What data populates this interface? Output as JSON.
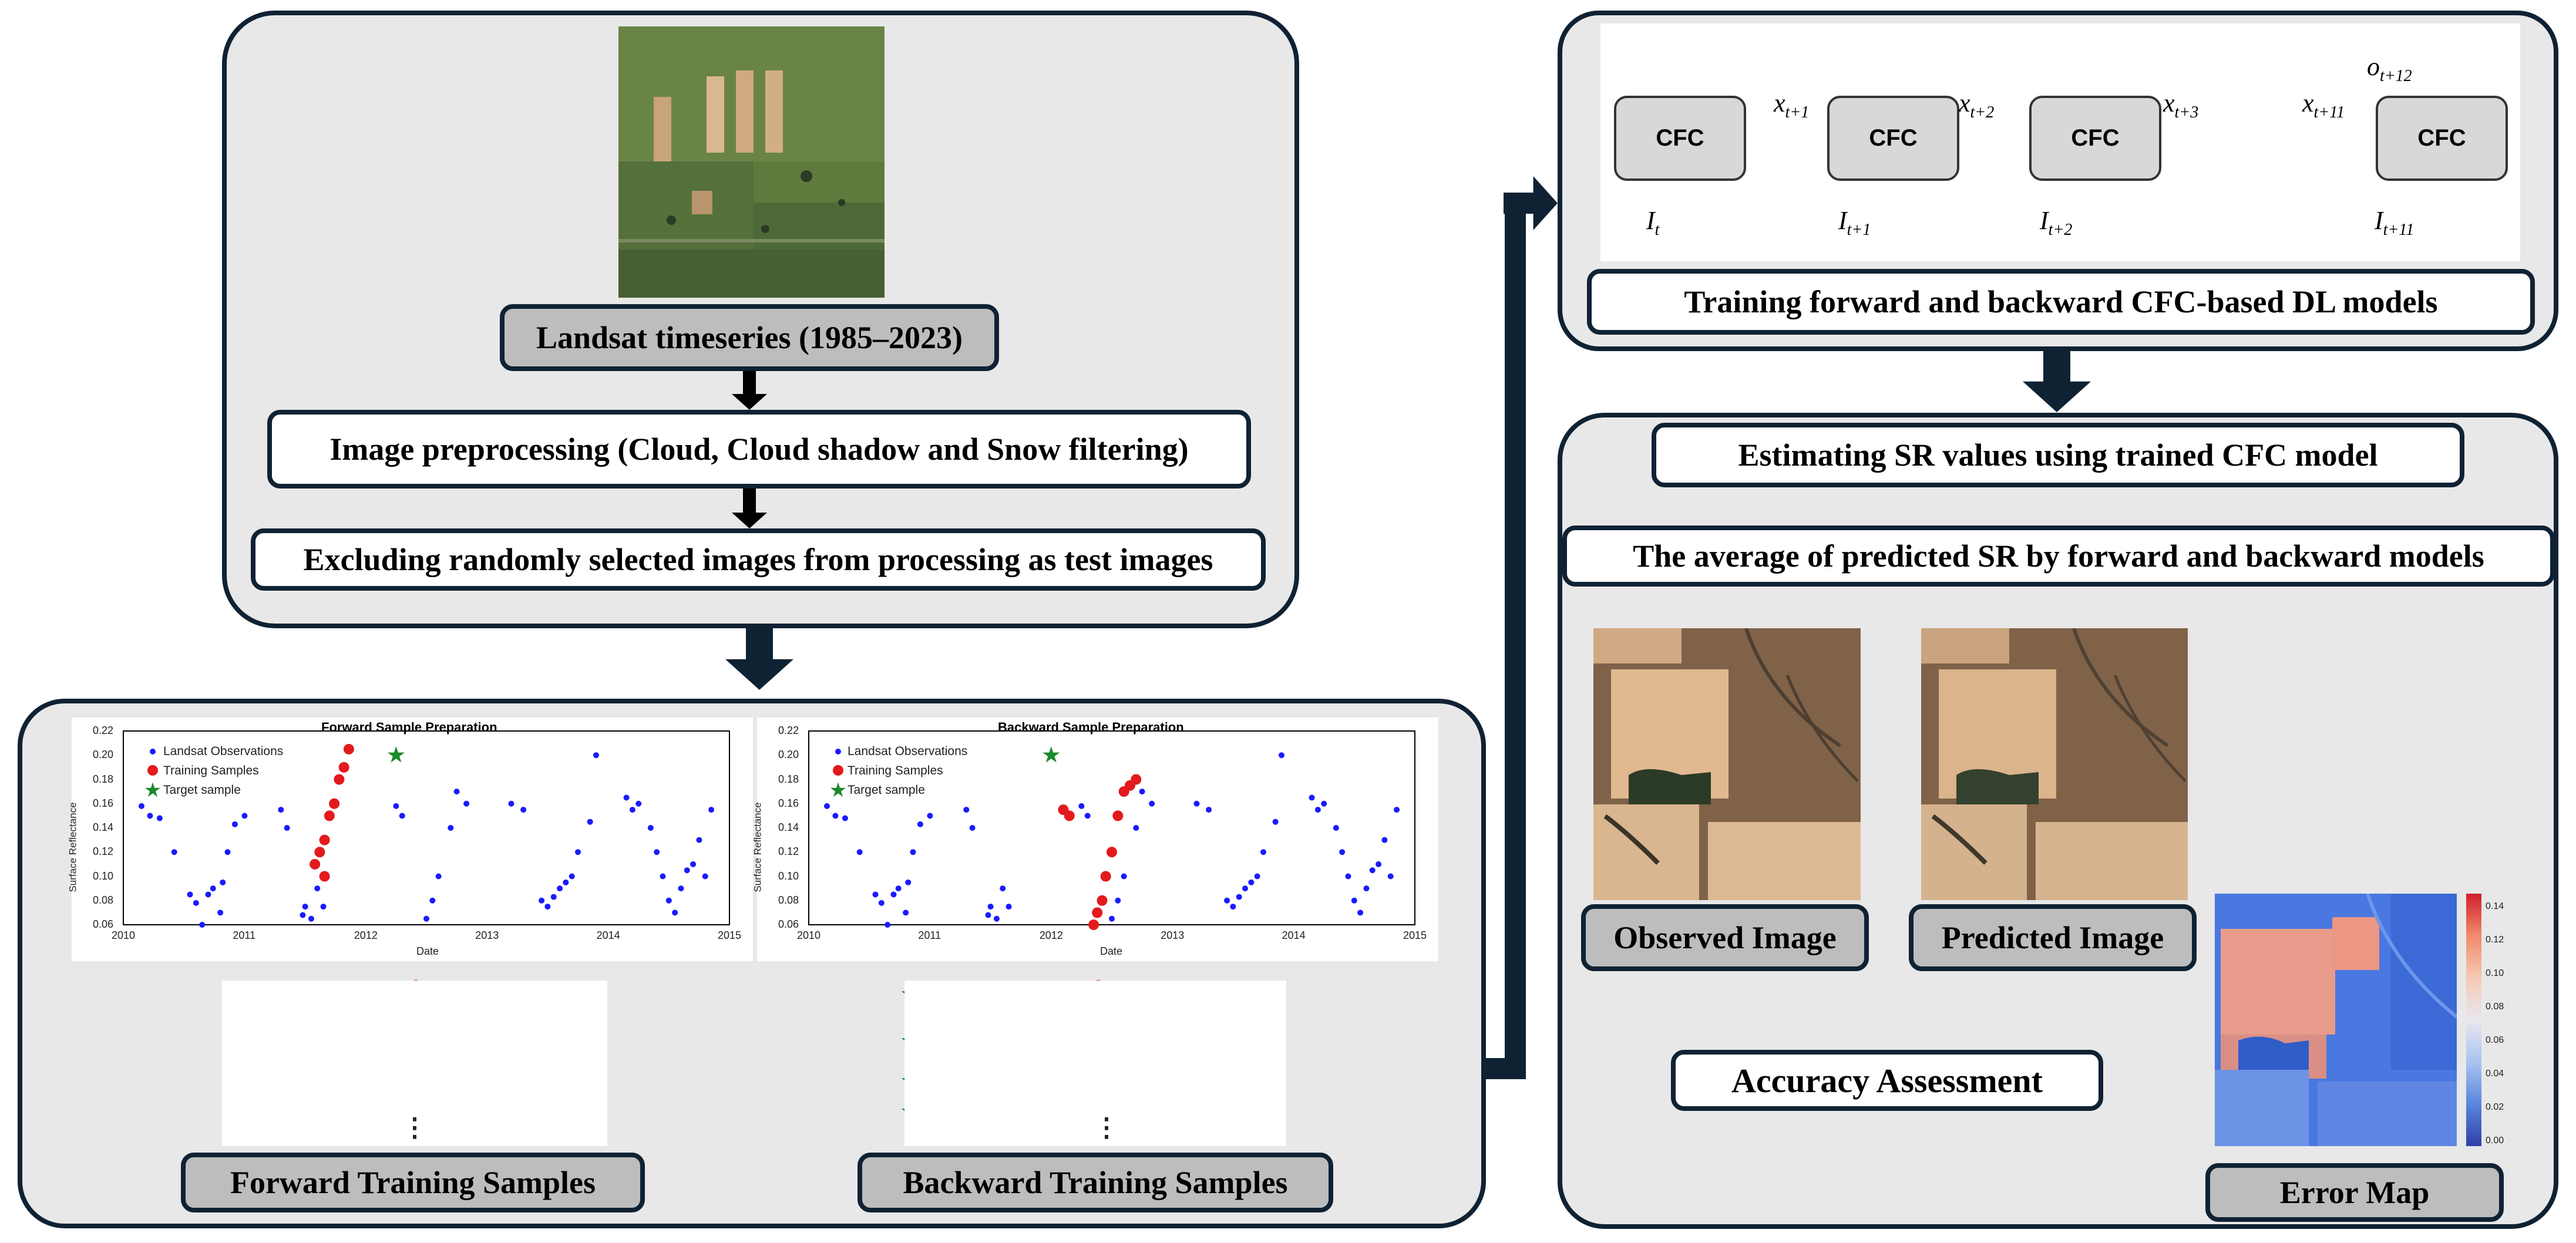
{
  "top_panel": {
    "landsat_label": "Landsat timeseries (1985–2023)",
    "preprocessing_label": "Image preprocessing (Cloud, Cloud shadow and Snow filtering)",
    "excluding_label": "Excluding randomly selected images from processing as test images"
  },
  "sample_panel": {
    "forward_title": "Forward Sample Preparation",
    "backward_title": "Backward Sample Preparation",
    "legend": [
      "Landsat Observations",
      "Training Samples",
      "Target sample"
    ],
    "ylabel": "Surface Reflectance",
    "xlabel": "Date",
    "y_ticks": [
      "0.22",
      "0.20",
      "0.18",
      "0.16",
      "0.14",
      "0.12",
      "0.10",
      "0.08",
      "0.06"
    ],
    "x_ticks": [
      "2010",
      "2011",
      "2012",
      "2013",
      "2014",
      "2015"
    ],
    "forward_samples_label": "Forward Training Samples",
    "backward_samples_label": "Backward Training Samples",
    "ellipsis": "⋮"
  },
  "cfc_panel": {
    "cell_label": "CFC",
    "output_x1": "x",
    "output_x1_sub": "t+1",
    "output_x2": "x",
    "output_x2_sub": "t+2",
    "output_x3": "x",
    "output_x3_sub": "t+3",
    "output_x11": "x",
    "output_x11_sub": "t+11",
    "output_o12": "o",
    "output_o12_sub": "t+12",
    "input_i": "I",
    "input_i_sub": "t",
    "input_i1": "I",
    "input_i1_sub": "t+1",
    "input_i2": "I",
    "input_i2_sub": "t+2",
    "input_i11": "I",
    "input_i11_sub": "t+11",
    "training_label": "Training forward and backward CFC-based DL models"
  },
  "eval_panel": {
    "estimating_label": "Estimating SR values using trained CFC model",
    "average_label": "The average of predicted SR by forward and backward models",
    "observed_label": "Observed Image",
    "predicted_label": "Predicted Image",
    "accuracy_label": "Accuracy Assessment",
    "error_map_label": "Error Map",
    "colorbar_ticks": [
      "0.14",
      "0.12",
      "0.10",
      "0.08",
      "0.06",
      "0.04",
      "0.02",
      "0.00"
    ]
  },
  "colors": {
    "dark_navy": "#0f2233",
    "arrow_blue": "#0b4a72",
    "panel_bg": "#e8e8e8",
    "label_grey": "#bdbdbd",
    "observation_blue": "#1a1aff",
    "training_red": "#e31a1c",
    "target_green": "#1b8a2a"
  }
}
